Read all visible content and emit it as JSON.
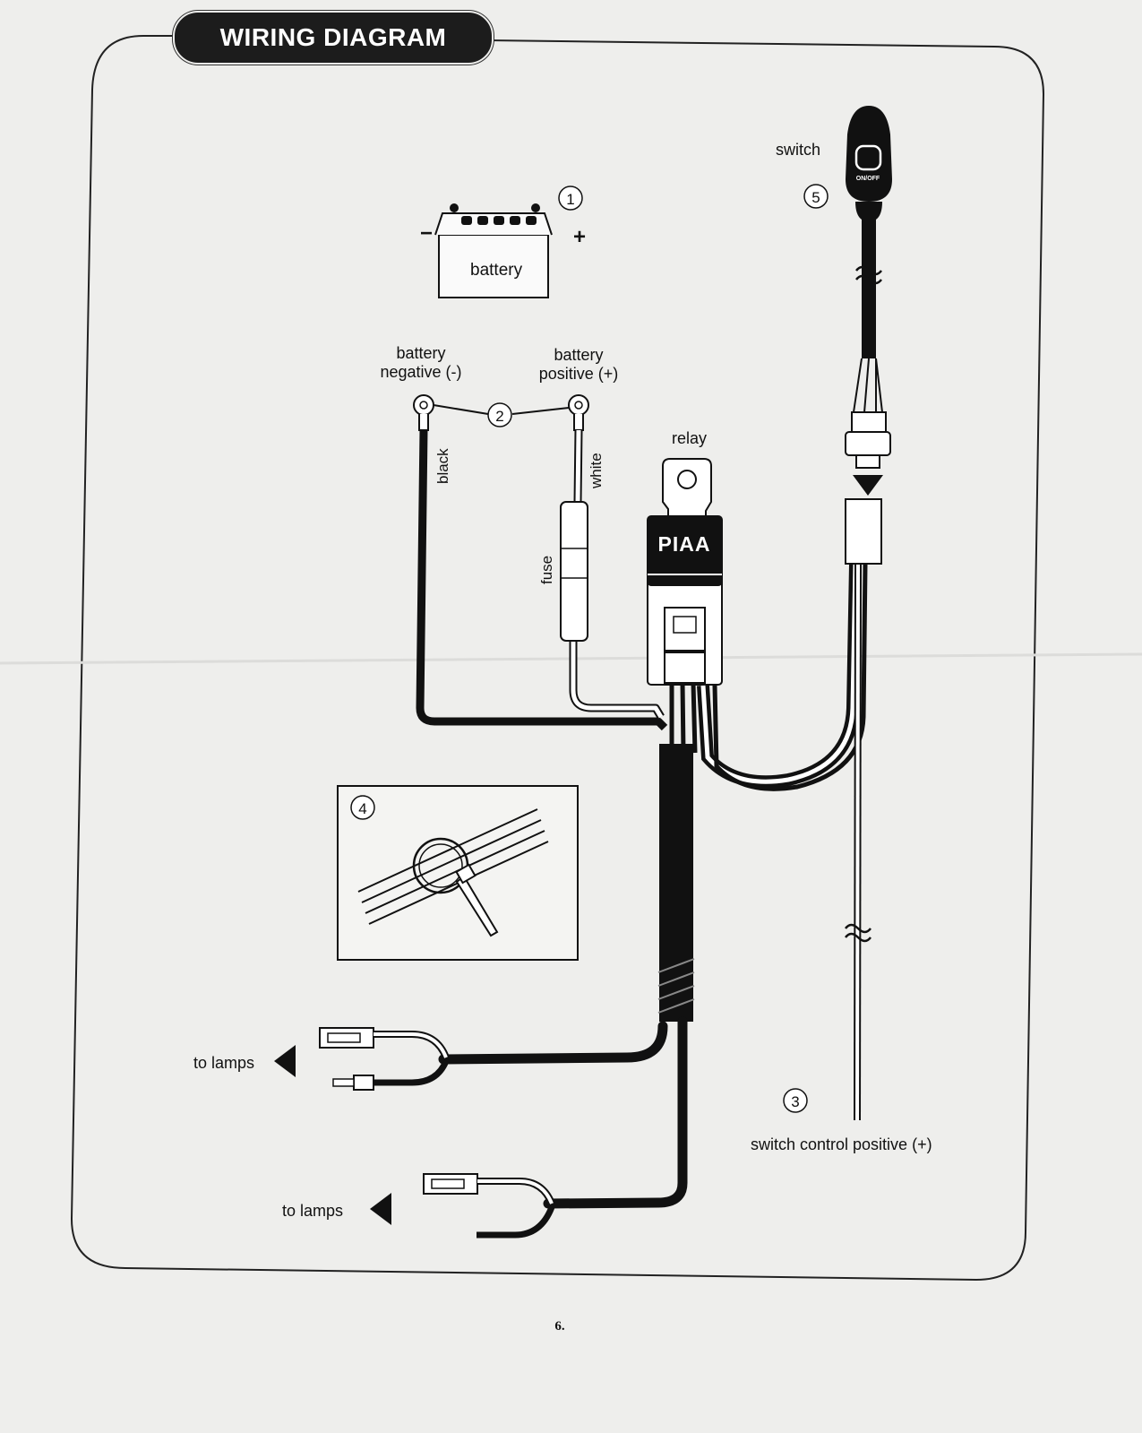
{
  "title": "WIRING DIAGRAM",
  "page_number": "6.",
  "components": {
    "battery": {
      "label": "battery",
      "negative_sign": "−",
      "positive_sign": "+",
      "marker": "1"
    },
    "battery_negative": {
      "line1": "battery",
      "line2": "negative (-)"
    },
    "battery_positive": {
      "line1": "battery",
      "line2": "positive (+)"
    },
    "terminal_marker": "2",
    "wire_black": "black",
    "wire_white": "white",
    "fuse": "fuse",
    "relay": {
      "label": "relay",
      "brand": "PIAA"
    },
    "switch": {
      "label": "switch",
      "button_text": "ON/OFF",
      "marker": "5"
    },
    "tie_detail_marker": "4",
    "switch_control": {
      "label": "switch control positive (+)",
      "marker": "3"
    },
    "lamp_outputs": [
      {
        "label": "to lamps"
      },
      {
        "label": "to lamps"
      }
    ]
  },
  "colors": {
    "ink": "#111111",
    "paper": "#eeeeec",
    "title_bg": "#1c1c1c"
  }
}
